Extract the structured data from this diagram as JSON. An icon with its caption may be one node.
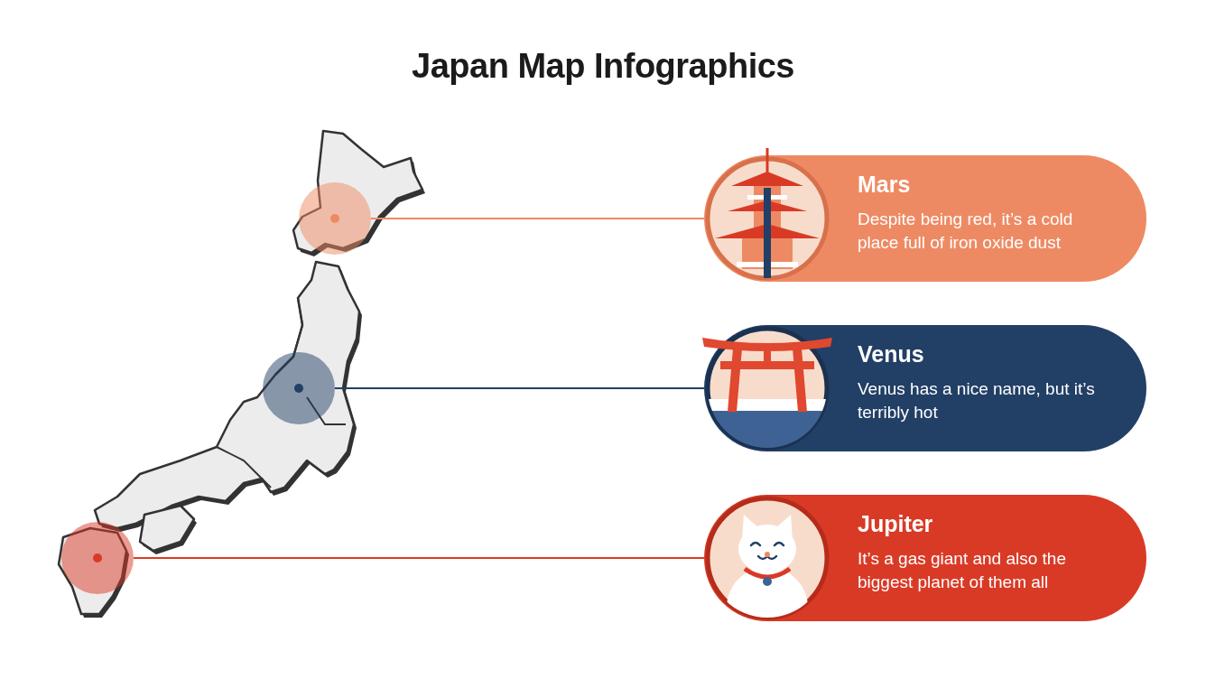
{
  "diagram": {
    "title": "Japan Map Infographics",
    "nodes": [
      {
        "text": [],
        "shape": "circle"
      },
      {
        "text": [
          "Mars",
          "Despite being red, it’s a cold place full of iron oxide dust"
        ]
      },
      {
        "text": [],
        "shape": "circle"
      },
      {
        "text": [
          "Venus",
          "Venus has a nice name, but it’s terribly hot"
        ]
      },
      {
        "text": [],
        "shape": "circle"
      },
      {
        "text": [
          "Jupiter",
          "It’s a gas giant and also the biggest planet of them all"
        ]
      }
    ],
    "edges": [
      {
        "from": 0,
        "to": 1,
        "arrow": "none",
        "color": "#ee8a63"
      },
      {
        "from": 2,
        "to": 3,
        "arrow": "none",
        "color": "#223f66"
      },
      {
        "from": 4,
        "to": 5,
        "arrow": "none",
        "color": "#d93a26"
      }
    ]
  }
}
